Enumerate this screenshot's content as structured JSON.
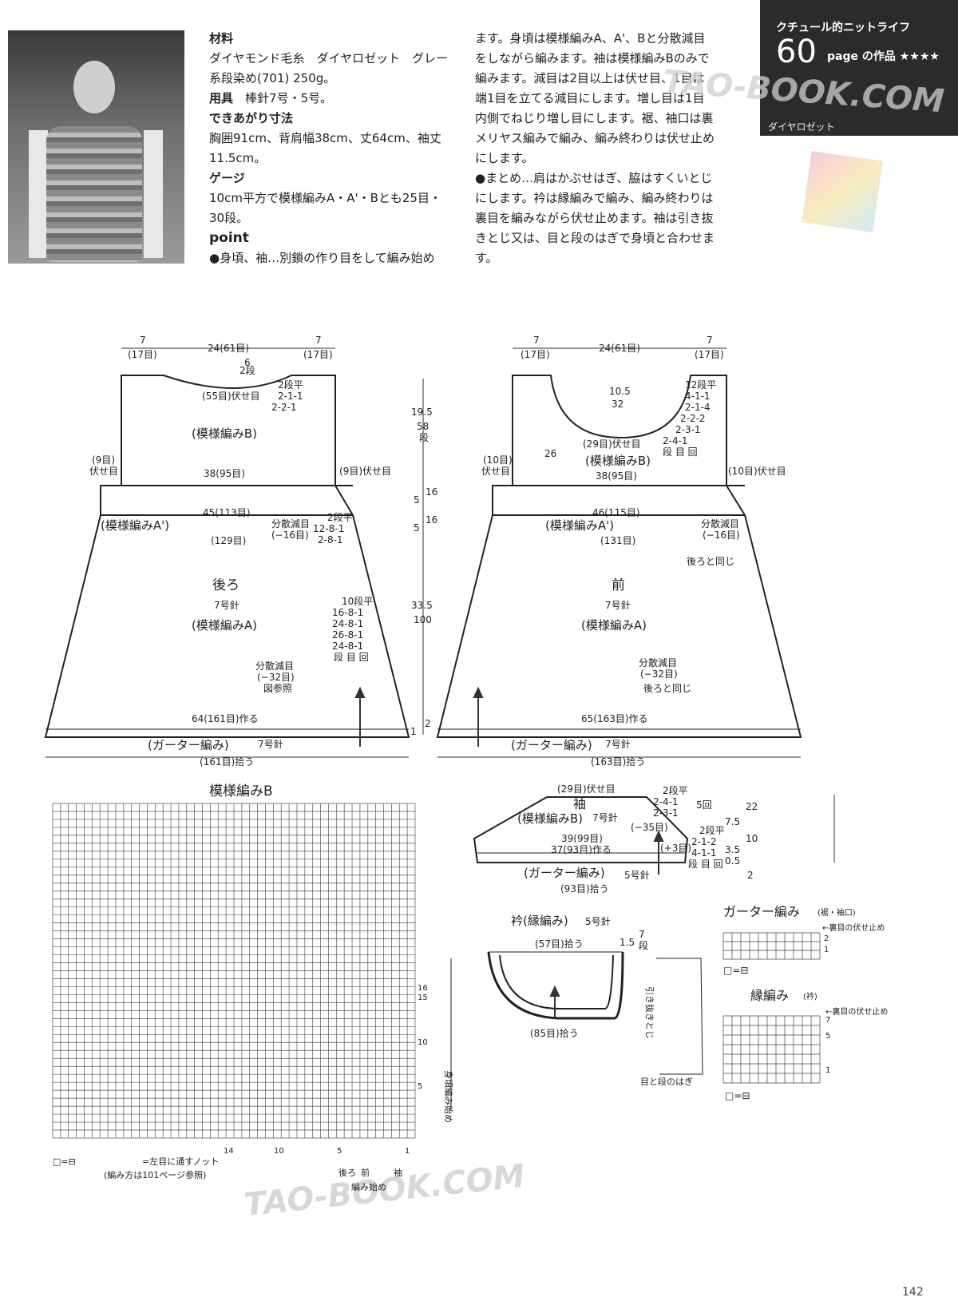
{
  "header": {
    "series": "クチュール的ニットライフ",
    "page_number_big": "60",
    "page_suffix": "page の作品",
    "stars": "★★★★",
    "brand": "ダイヤロゼット"
  },
  "watermark": "TAO-BOOK.COM",
  "materials": {
    "h_material": "材料",
    "material_text": "ダイヤモンド毛糸　ダイヤロゼット　グレー系段染め(701) 250g。",
    "h_tools": "用具",
    "tools_text": "棒針7号・5号。",
    "h_size": "できあがり寸法",
    "size_text": "胸囲91cm、背肩幅38cm、丈64cm、袖丈11.5cm。",
    "h_gauge": "ゲージ",
    "gauge_text": "10cm平方で模様編みA・A'・Bとも25目・30段。",
    "h_point": "point",
    "point_text": "●身頃、袖…別鎖の作り目をして編み始め"
  },
  "instructions": {
    "p1": "ます。身頃は模様編みA、A'、Bと分散減目をしながら編みます。袖は模様編みBのみで編みます。減目は2目以上は伏せ目、1目は端1目を立てる減目にします。増し目は1目内側でねじり増し目にします。裾、袖口は裏メリヤス編みで編み、編み終わりは伏せ止めにします。",
    "p2": "●まとめ…肩はかぶせはぎ、脇はすくいとじにします。衿は縁編みで編み、編み終わりは裏目を編みながら伏せ止めます。袖は引き抜きとじ又は、目と段のはぎで身頃と合わせます。"
  },
  "back": {
    "title": "後ろ",
    "needle": "7号針",
    "pattern_a": "(模様編みA)",
    "pattern_a2": "(模様編みA')",
    "pattern_b": "(模様編みB)",
    "top_left": "7",
    "top_left_sub": "(17目)",
    "top_mid": "24(61目)",
    "top_right": "7",
    "top_right_sub": "(17目)",
    "neck_rows": "2段",
    "neck_6": "6",
    "neck_bind": "(55目)伏せ目",
    "neck_table": [
      "2段平",
      "2-1-1",
      "2-2-1"
    ],
    "arm_left": "(9目)",
    "arm_left2": "伏せ目",
    "arm_right": "(9目)伏せ目",
    "width_38": "38(95目)",
    "width_45": "45(113目)",
    "width_129": "(129目)",
    "dec_label": "分散減目",
    "dec_16": "(−16目)",
    "dec_table": [
      "2段平",
      "12-8-1",
      "2-8-1"
    ],
    "side_table": [
      "10段平",
      "16-8-1",
      "24-8-1",
      "26-8-1",
      "24-8-1",
      "段 目 回"
    ],
    "dec32": "分散減目",
    "dec32b": "(−32目)",
    "dec32c": "図参照",
    "cast": "64(161目)作る",
    "garter": "(ガーター編み)",
    "garter_needle": "7号針",
    "pick": "(161目)拾う"
  },
  "vert": {
    "v1": "19.5",
    "v2": "58",
    "v3": "段",
    "v4": "5",
    "v5": "16",
    "v6": "5",
    "v7": "16",
    "v8": "33.5",
    "v9": "100",
    "v10": "1",
    "v11": "2"
  },
  "front": {
    "title": "前",
    "needle": "7号針",
    "pattern_a": "(模様編みA)",
    "pattern_a2": "(模様編みA')",
    "pattern_b": "(模様編みB)",
    "top_left": "7",
    "top_left_sub": "(17目)",
    "top_mid": "24(61目)",
    "top_right": "7",
    "top_right_sub": "(17目)",
    "neck_depth": "10.5",
    "neck_rows": "32",
    "neck_bind": "(29目)伏せ目",
    "side_26": "26",
    "neck_table": [
      "12段平",
      "4-1-1",
      "2-1-4",
      "2-2-2",
      "2-3-1",
      "2-4-1",
      "段 目 回"
    ],
    "arm_left": "(10目)",
    "arm_left2": "伏せ目",
    "arm_right": "(10目)伏せ目",
    "width_38": "38(95目)",
    "width_46": "46(115目)",
    "width_131": "(131目)",
    "dec_label": "分散減目",
    "dec_16": "(−16目)",
    "same": "後ろと同じ",
    "dec32": "分散減目",
    "dec32b": "(−32目)",
    "dec32c": "後ろと同じ",
    "cast": "65(163目)作る",
    "garter": "(ガーター編み)",
    "garter_needle": "7号針",
    "pick": "(163目)拾う"
  },
  "chart_b": {
    "title": "模様編みB",
    "row_labels": [
      "16",
      "15",
      "10",
      "5"
    ],
    "col_labels": [
      "14",
      "10",
      "5",
      "1"
    ],
    "legend1": "□=⊟",
    "legend2": "=左目に通すノット",
    "legend3": "(編み方は101ページ参照)",
    "marks": [
      "後ろ",
      "前",
      "袖"
    ],
    "start": "編み始め",
    "side_label": "身頃編み始め"
  },
  "sleeve": {
    "bind": "(29目)伏せ目",
    "title": "袖",
    "pattern": "(模様編みB)",
    "needle": "7号針",
    "table1": [
      "2段平",
      "2-4-1",
      "2-3-1"
    ],
    "times": "5回",
    "dec": "(−35目)",
    "w39": "39(99目)",
    "w37": "37(93目)作る",
    "inc": "(+3目)",
    "table2": [
      "2段平",
      "2-1-2",
      "4-1-1",
      "段 目 回"
    ],
    "h75": "7.5",
    "h22": "22",
    "h35": "3.5",
    "h10": "10",
    "h05": "0.5",
    "h2": "2",
    "dan": "段",
    "garter": "(ガーター編み)",
    "garter_needle": "5号針",
    "pick": "(93目)拾う"
  },
  "collar": {
    "title": "衿(縁編み)",
    "needle": "5号針",
    "pick57": "(57目)拾う",
    "w15": "1.5",
    "r7": "7",
    "dan": "段",
    "pick85": "(85目)拾う",
    "join": "引き抜きとじ",
    "join2": "目と段のはぎ"
  },
  "garter_chart": {
    "title": "ガーター編み",
    "sub": "(裾・袖口)",
    "note": "←裏目の伏せ止め",
    "rows": [
      "2",
      "1"
    ],
    "legend": "□=⊟"
  },
  "edge_chart": {
    "title": "縁編み",
    "sub": "(衿)",
    "note": "←裏目の伏せ止め",
    "rows": [
      "7",
      "5",
      "1"
    ],
    "legend": "□=⊟"
  },
  "page_no": "142"
}
